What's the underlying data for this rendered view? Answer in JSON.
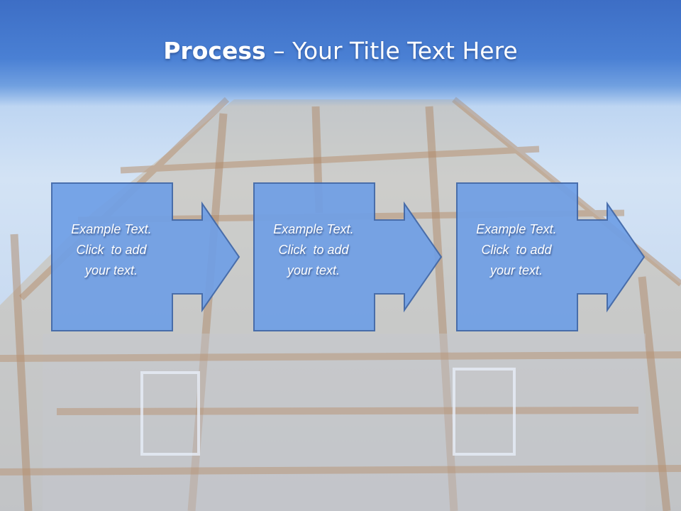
{
  "title": {
    "bold": "Process",
    "rest": " – Your Title Text Here"
  },
  "colors": {
    "shape_fill": "#6f9fe6",
    "shape_stroke": "#3e66a8",
    "title_band": "#3d6ec5"
  },
  "steps": [
    {
      "line1": "Example Text.",
      "line2": "Click  to add",
      "line3": "your text."
    },
    {
      "line1": "Example Text.",
      "line2": "Click  to add",
      "line3": "your text."
    },
    {
      "line1": "Example Text.",
      "line2": "Click  to add",
      "line3": "your text."
    }
  ]
}
